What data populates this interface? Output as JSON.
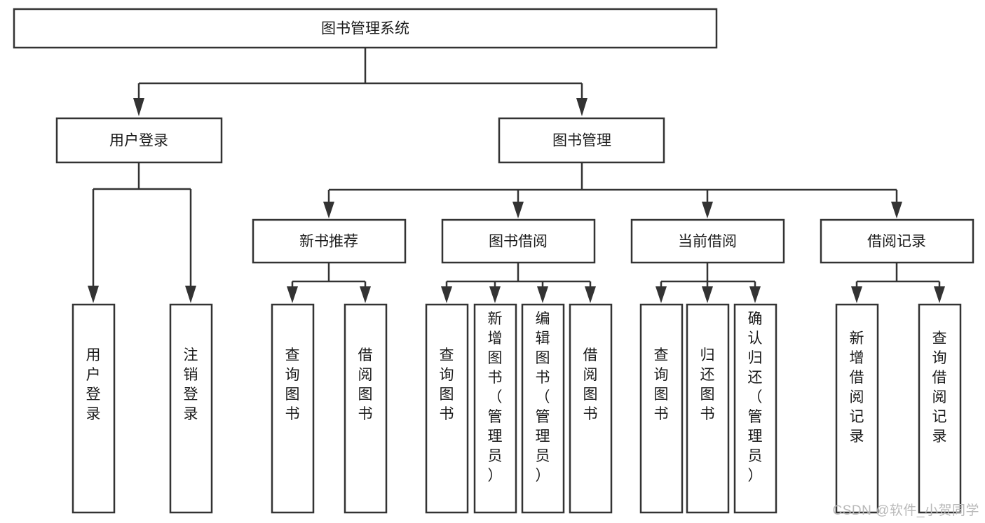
{
  "diagram": {
    "type": "tree-hierarchy",
    "orientation": "top-down",
    "title": "图书管理系统",
    "watermark": "CSDN @软件_小贺同学",
    "colors": {
      "background": "#ffffff",
      "box_fill": "#ffffff",
      "box_stroke": "#333333",
      "text": "#1a1a1a",
      "watermark": "#b9b9b9"
    },
    "levels": {
      "level1": [
        {
          "id": "root",
          "label": "图书管理系统",
          "orientation": "horizontal"
        }
      ],
      "level2": [
        {
          "id": "user-login",
          "label": "用户登录",
          "orientation": "horizontal",
          "parent": "root"
        },
        {
          "id": "book-manage",
          "label": "图书管理",
          "orientation": "horizontal",
          "parent": "root"
        }
      ],
      "level3": [
        {
          "id": "new-book-rec",
          "label": "新书推荐",
          "orientation": "horizontal",
          "parent": "book-manage"
        },
        {
          "id": "book-borrow",
          "label": "图书借阅",
          "orientation": "horizontal",
          "parent": "book-manage"
        },
        {
          "id": "current-borrow",
          "label": "当前借阅",
          "orientation": "horizontal",
          "parent": "book-manage"
        },
        {
          "id": "borrow-record",
          "label": "借阅记录",
          "orientation": "horizontal",
          "parent": "book-manage"
        }
      ],
      "level4": [
        {
          "id": "leaf-user-login",
          "label": "用户登录",
          "orientation": "vertical",
          "parent": "user-login"
        },
        {
          "id": "leaf-logout",
          "label": "注销登录",
          "orientation": "vertical",
          "parent": "user-login"
        },
        {
          "id": "leaf-query-book-1",
          "label": "查询图书",
          "orientation": "vertical",
          "parent": "new-book-rec"
        },
        {
          "id": "leaf-borrow-book-1",
          "label": "借阅图书",
          "orientation": "vertical",
          "parent": "new-book-rec"
        },
        {
          "id": "leaf-query-book-2",
          "label": "查询图书",
          "orientation": "vertical",
          "parent": "book-borrow"
        },
        {
          "id": "leaf-add-book",
          "label": "新增图书（管理员）",
          "orientation": "vertical",
          "parent": "book-borrow"
        },
        {
          "id": "leaf-edit-book",
          "label": "编辑图书（管理员）",
          "orientation": "vertical",
          "parent": "book-borrow"
        },
        {
          "id": "leaf-borrow-book-2",
          "label": "借阅图书",
          "orientation": "vertical",
          "parent": "book-borrow"
        },
        {
          "id": "leaf-query-book-3",
          "label": "查询图书",
          "orientation": "vertical",
          "parent": "current-borrow"
        },
        {
          "id": "leaf-return-book",
          "label": "归还图书",
          "orientation": "vertical",
          "parent": "current-borrow"
        },
        {
          "id": "leaf-confirm-return",
          "label": "确认归还（管理员）",
          "orientation": "vertical",
          "parent": "current-borrow"
        },
        {
          "id": "leaf-add-record",
          "label": "新增借阅记录",
          "orientation": "vertical",
          "parent": "borrow-record"
        },
        {
          "id": "leaf-query-record",
          "label": "查询借阅记录",
          "orientation": "vertical",
          "parent": "borrow-record"
        }
      ]
    }
  }
}
